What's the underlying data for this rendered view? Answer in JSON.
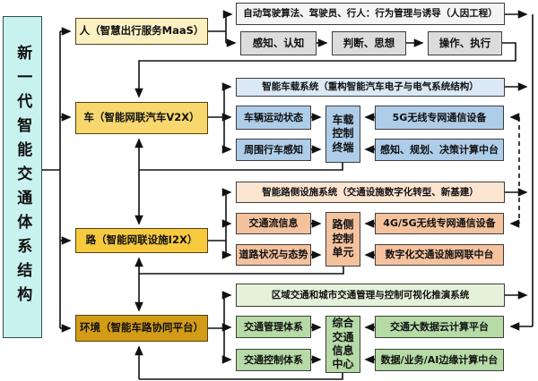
{
  "root": {
    "title": "新一代智能交通体系结构"
  },
  "human": {
    "label": "人（智慧出行服务MaaS）",
    "wide": "自动驾驶算法、驾驶员、行人：行为管理与诱导（人因工程）",
    "chain1": "感知、认知",
    "chain2": "判断、思想",
    "chain3": "操作、执行"
  },
  "vehicle": {
    "label": "车（智能网联汽车V2X）",
    "wide": "智能车载系统（重构智能汽车电子与电气系统结构）",
    "left1": "车辆运动状态",
    "left2": "周围行车感知",
    "control": "车载控制终端",
    "right1": "5G无线专网通信设备",
    "right2": "感知、规划、决策计算中台"
  },
  "road": {
    "label": "路（智能网联设施I2X）",
    "wide": "智能路侧设施系统（交通设施数字化转型、新基建）",
    "left1": "交通流信息",
    "left2": "道路状况与态势",
    "control": "路侧控制单元",
    "right1": "4G/5G无线专网通信设备",
    "right2": "数字化交通设施网联中台"
  },
  "environment": {
    "label": "环境（智能车路协同平台）",
    "wide": "区域交通和城市交通管理与控制可视化推演系统",
    "left1": "交通管理体系",
    "left2": "交通控制体系",
    "control": "综合交通信息中心",
    "right1": "交通大数据云计算平台",
    "right2": "数据/业务/AI边缘计算中台"
  },
  "colors": {
    "root_fill": "#c8f2ef",
    "human_fill": "#fbf0c2",
    "vehicle_fill": "#f7d76e",
    "road_fill": "#f6c93f",
    "environment_fill": "#d29c17",
    "human_children_fill": "#dcdcdc",
    "vehicle_children_fill": "#aecde9",
    "road_children_fill": "#f5c29e",
    "environment_children_fill": "#b6dba7",
    "line_color": "#111111"
  }
}
